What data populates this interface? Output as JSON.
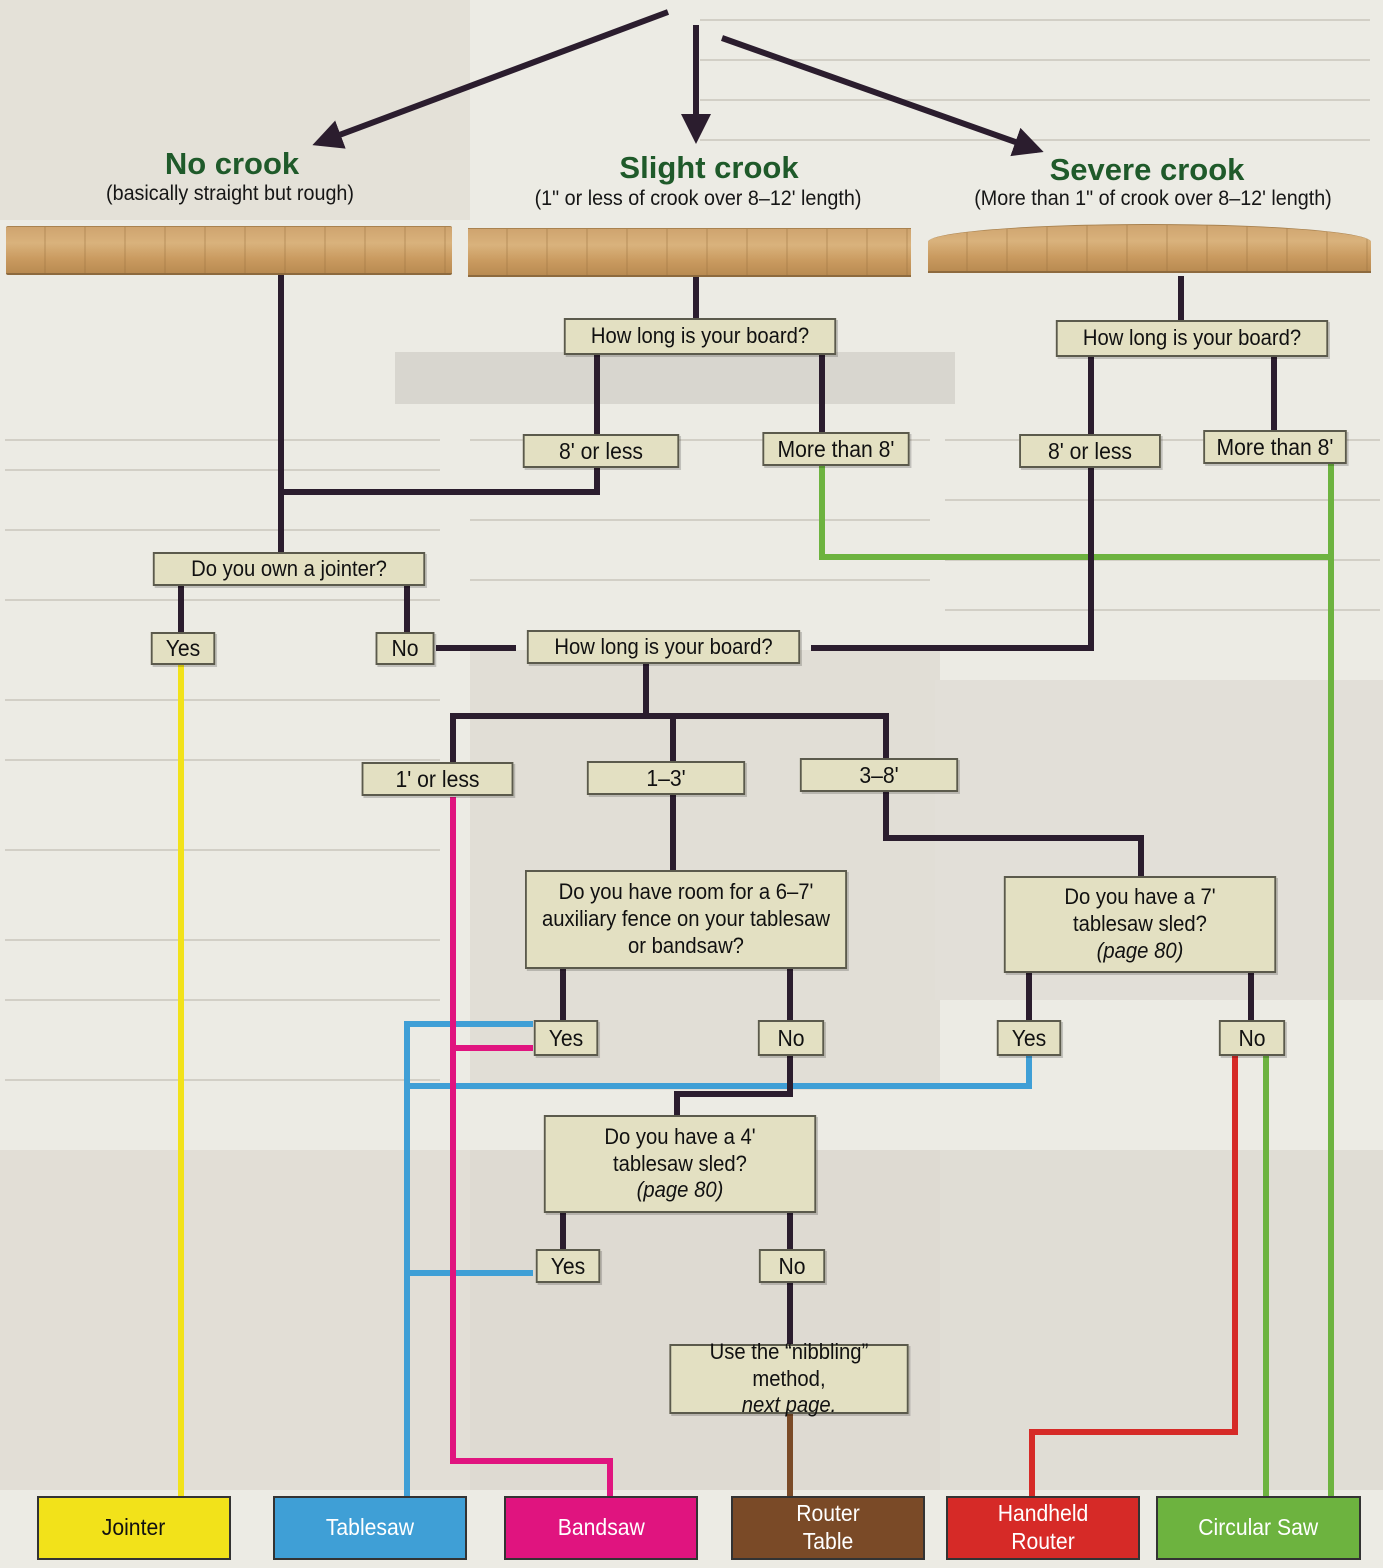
{
  "categories": {
    "no_crook": {
      "title": "No crook",
      "subtitle": "(basically straight but rough)"
    },
    "slight_crook": {
      "title": "Slight crook",
      "subtitle": "(1\" or less of crook over 8–12' length)"
    },
    "severe_crook": {
      "title": "Severe crook",
      "subtitle": "(More than 1\" of crook over 8–12' length)"
    }
  },
  "questions": {
    "board_length_slight": "How long is your board?",
    "board_length_severe": "How long is your board?",
    "own_jointer": "Do you  own a jointer?",
    "board_length_main": "How long is your board?",
    "room_fence": "Do you have room for a 6–7' auxiliary fence on your tablesaw or bandsaw?",
    "sled_7": {
      "text": "Do you have a 7' tablesaw sled?",
      "ref": "(page 80)"
    },
    "sled_4": {
      "text": "Do you have a 4' tablesaw sled?",
      "ref": "(page 80)"
    },
    "nibbling": {
      "text": "Use the “nibbling” method,",
      "ref": "next page."
    }
  },
  "answers": {
    "slight_short": "8' or less",
    "slight_long": "More than 8'",
    "severe_short": "8' or less",
    "severe_long": "More than 8'",
    "jointer_yes": "Yes",
    "jointer_no": "No",
    "len_1": "1' or less",
    "len_1_3": "1–3'",
    "len_3_8": "3–8'",
    "fence_yes": "Yes",
    "fence_no": "No",
    "sled7_yes": "Yes",
    "sled7_no": "No",
    "sled4_yes": "Yes",
    "sled4_no": "No"
  },
  "tools": [
    {
      "label": "Jointer",
      "color": "#f2e21a"
    },
    {
      "label": "Tablesaw",
      "color": "#3f9fd6"
    },
    {
      "label": "Bandsaw",
      "color": "#e0147f"
    },
    {
      "label": "Router Table",
      "color": "#7a4a27"
    },
    {
      "label": "Handheld Router",
      "color": "#d62a27"
    },
    {
      "label": "Circular Saw",
      "color": "#6db33f"
    }
  ],
  "line_colors": {
    "main": "#2b1d2e",
    "jointer": "#f2e21a",
    "tablesaw": "#3f9fd6",
    "bandsaw": "#e0147f",
    "router_table": "#7a4a27",
    "handheld_router": "#d62a27",
    "circular_saw": "#6db33f"
  }
}
